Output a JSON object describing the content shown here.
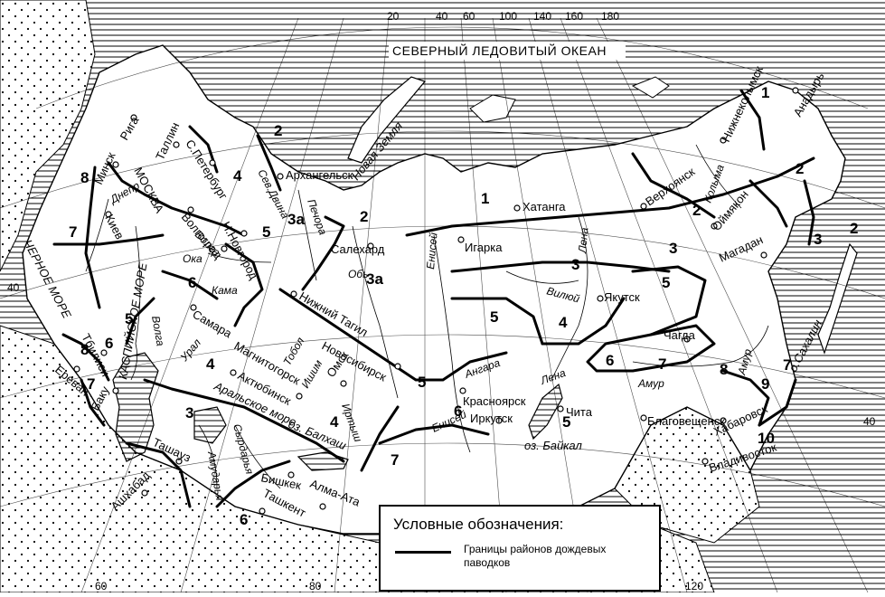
{
  "ocean_label": "СЕВЕРНЫЙ ЛЕДОВИТЫЙ ОКЕАН",
  "coordinates": {
    "top": [
      "20",
      "40",
      "60",
      "100",
      "140",
      "160",
      "180"
    ],
    "left": [
      "40"
    ],
    "right": [
      "40"
    ],
    "bottom": [
      "60",
      "80",
      "120"
    ]
  },
  "regions": {
    "r1a": "1",
    "r1b": "1",
    "r2a": "2",
    "r2b": "2",
    "r2c": "2",
    "r2d": "2",
    "r2e": "2",
    "r3a": "3",
    "r3b": "3",
    "r3c": "3",
    "r3d": "3",
    "r3a1": "3а",
    "r3a2": "3а",
    "r4a": "4",
    "r4b": "4",
    "r4c": "4",
    "r4d": "4",
    "r5a": "5",
    "r5b": "5",
    "r5c": "5",
    "r5d": "5",
    "r5e": "5",
    "r5f": "5",
    "r6a": "6",
    "r6b": "6",
    "r6c": "6",
    "r6d": "6",
    "r6e": "6",
    "r7a": "7",
    "r7b": "7",
    "r7c": "7",
    "r7d": "7",
    "r7e": "7",
    "r8a": "8",
    "r8b": "8",
    "r8c": "8",
    "r9": "9",
    "r10": "10"
  },
  "cities": {
    "riga": "Рига",
    "tallin": "Таллин",
    "minsk": "Минск",
    "moskva": "МОСКВА",
    "spb": "С.Петербург",
    "arkhangelsk": "Архангельск",
    "kiev": "Киев",
    "volgograd": "Волгоград",
    "nnovgorod": "Н.Новгород",
    "samara": "Самара",
    "aktyubinsk": "Актюбинск",
    "magnitogorsk": "Магнитогорск",
    "ntagil": "Нижний Тагил",
    "salekhard": "Салехард",
    "novosibirsk": "Новосибирск",
    "omsk": "Омск",
    "krasnoyarsk": "Красноярск",
    "irkutsk": "Иркутск",
    "chita": "Чита",
    "igarka": "Игарка",
    "khatanga": "Хатанга",
    "yakutsk": "Якутск",
    "chagda": "Чагда",
    "verkhoyansk": "Верхоянск",
    "oymyakon": "Оймякон",
    "magadan": "Магадан",
    "nizhnekolymsk": "Нижнеколымск",
    "anadyr": "Анадырь",
    "blagoveshchensk": "Благовещенск",
    "khabarovsk": "Хабаровск",
    "vladivostok": "Владивосток",
    "erevan": "Ереван",
    "baku": "Баку",
    "tbilisi": "Тбилиси",
    "tashauz": "Ташауз",
    "ashkhabad": "Ашхабад",
    "tashkent": "Ташкент",
    "bishkek": "Бишкек",
    "almaata": "Алма-Ата"
  },
  "seas": {
    "black_sea": "ЧЕРНОЕ МОРЕ",
    "caspian": "КАСПИЙСКОЕ МОРЕ",
    "aral": "Аральское море",
    "novaya_zemlya": "Новая Земля",
    "sakhalin": "о.Сахалин",
    "balkhash": "оз. Балхаш",
    "baikal": "оз. Байкал"
  },
  "rivers": {
    "dnepr": "Днепр",
    "volga1": "Волга",
    "volga2": "Волга",
    "oka": "Ока",
    "kama": "Кама",
    "ural": "Урал",
    "sev_dvina": "Сев.Двина",
    "pechora": "Печора",
    "ob": "Обь",
    "tobol": "Тобол",
    "ishim": "Ишим",
    "irtysh": "Иртыш",
    "enisei1": "Енисей",
    "enisei2": "Енисей",
    "angara": "Ангара",
    "lena1": "Лена",
    "lena2": "Лена",
    "vilyui": "Вилюй",
    "amur1": "Амур",
    "amur2": "Амур",
    "kolyma": "Колыма",
    "amudarya": "Амударья",
    "syrdarya": "Сырдарья"
  },
  "legend": {
    "title": "Условные обозначения:",
    "line_label": "Границы районов дождевых паводков"
  }
}
